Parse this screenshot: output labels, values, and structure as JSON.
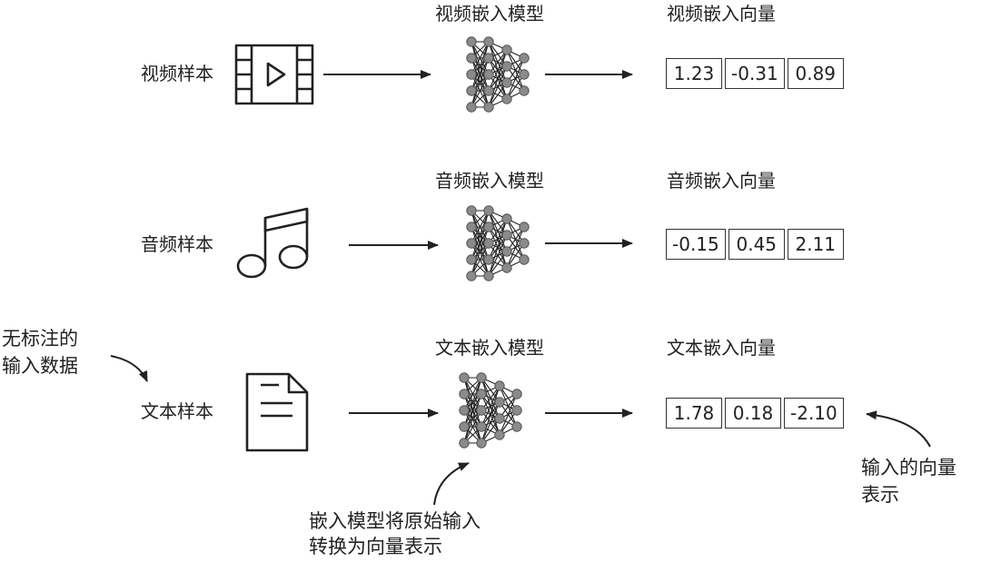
{
  "rows": [
    {
      "sample_label": "视频样本",
      "model_label": "视频嵌入模型",
      "vector_label": "视频嵌入向量",
      "icon": "video-icon",
      "vector": [
        "1.23",
        "-0.31",
        "0.89"
      ]
    },
    {
      "sample_label": "音频样本",
      "model_label": "音频嵌入模型",
      "vector_label": "音频嵌入向量",
      "icon": "music-note-icon",
      "vector": [
        "-0.15",
        "0.45",
        "2.11"
      ]
    },
    {
      "sample_label": "文本样本",
      "model_label": "文本嵌入模型",
      "vector_label": "文本嵌入向量",
      "icon": "document-icon",
      "vector": [
        "1.78",
        "0.18",
        "-2.10"
      ]
    }
  ],
  "annotations": {
    "unlabeled_input_line1": "无标注的",
    "unlabeled_input_line2": "输入数据",
    "model_note_line1": "嵌入模型将原始输入",
    "model_note_line2": "转换为向量表示",
    "vector_note_line1": "输入的向量",
    "vector_note_line2": "表示"
  },
  "colors": {
    "line": "#222222",
    "node_fill": "#8a8a8a",
    "node_stroke": "#555555"
  }
}
